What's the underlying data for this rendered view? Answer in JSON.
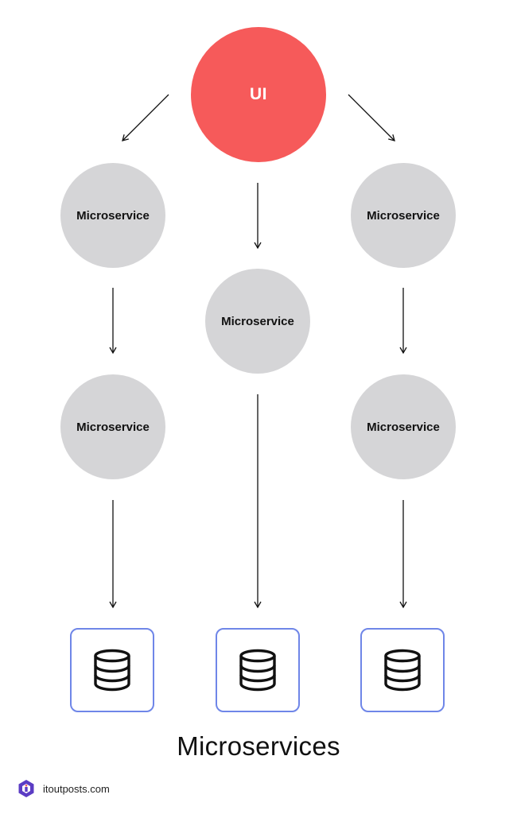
{
  "diagram": {
    "root_label": "UI",
    "service_label": "Microservice",
    "caption": "Microservices"
  },
  "footer": {
    "site": "itoutposts.com"
  },
  "colors": {
    "ui_node": "#f65a5a",
    "service_node": "#d5d5d7",
    "database_border": "#6f86e8",
    "arrow": "#111111",
    "logo": "#5b3cc4"
  },
  "icons": {
    "database": "database-icon",
    "logo": "itoutposts-logo-icon"
  }
}
